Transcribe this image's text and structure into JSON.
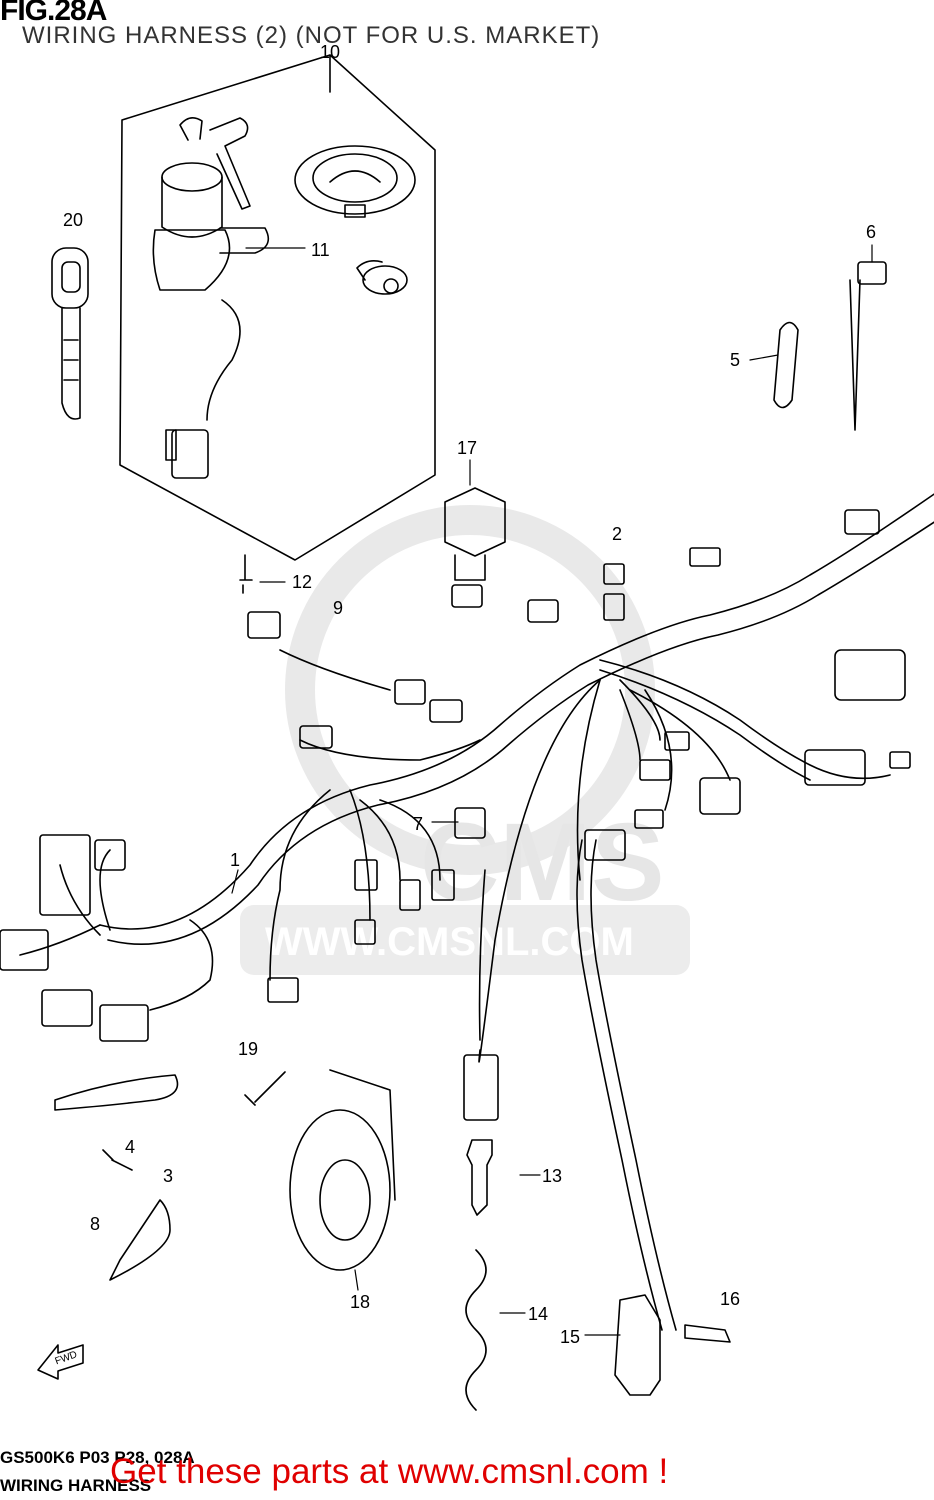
{
  "figure": {
    "title": "FIG.28A",
    "subtitle": "WIRING HARNESS (2) (NOT FOR U.S. MARKET)"
  },
  "watermark": {
    "brand": "CMS",
    "url": "WWW.CMSNL.COM"
  },
  "callouts": [
    {
      "id": "1",
      "text": "1"
    },
    {
      "id": "2",
      "text": "2"
    },
    {
      "id": "3",
      "text": "3"
    },
    {
      "id": "4",
      "text": "4"
    },
    {
      "id": "5",
      "text": "5"
    },
    {
      "id": "6",
      "text": "6"
    },
    {
      "id": "7",
      "text": "7"
    },
    {
      "id": "8",
      "text": "8"
    },
    {
      "id": "9",
      "text": "9"
    },
    {
      "id": "10",
      "text": "10"
    },
    {
      "id": "11",
      "text": "11"
    },
    {
      "id": "12",
      "text": "12"
    },
    {
      "id": "13",
      "text": "13"
    },
    {
      "id": "14",
      "text": "14"
    },
    {
      "id": "15",
      "text": "15"
    },
    {
      "id": "16",
      "text": "16"
    },
    {
      "id": "17",
      "text": "17"
    },
    {
      "id": "18",
      "text": "18"
    },
    {
      "id": "19",
      "text": "19"
    },
    {
      "id": "20",
      "text": "20"
    }
  ],
  "fwd_arrow": "FWD",
  "footer": {
    "code": "GS500K6 P03 P28, 028A",
    "name": "WIRING HARNESS",
    "link_text": "Get these parts at www.cmsnl.com !"
  },
  "colors": {
    "line": "#000000",
    "watermark": "#e6e6e6",
    "link": "#e00000"
  }
}
